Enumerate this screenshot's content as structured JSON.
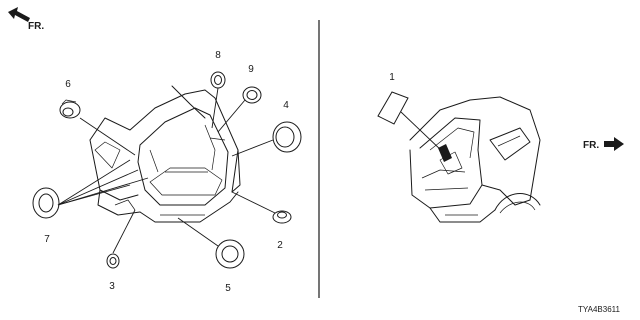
{
  "front_indicators": {
    "left": "FR.",
    "right": "FR."
  },
  "callouts": [
    "1",
    "2",
    "3",
    "4",
    "5",
    "6",
    "7",
    "8",
    "9"
  ],
  "diagram_code": "TYA4B3611",
  "colors": {
    "ink": "#1a1a1a",
    "background": "#ffffff"
  }
}
